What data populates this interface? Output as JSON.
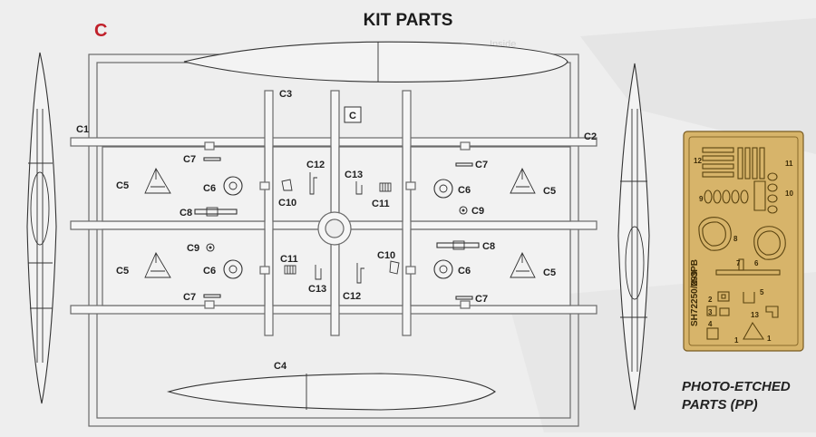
{
  "page": {
    "title": "KIT PARTS",
    "sprue_letter": "C",
    "sprue_tag": "C",
    "watermark_word": "Inside"
  },
  "sprue_labels": {
    "c1": "C1",
    "c2": "C2",
    "c3": "C3",
    "c4": "C4",
    "c5_ul": "C5",
    "c5_ur": "C5",
    "c5_ll": "C5",
    "c5_lr": "C5",
    "c6_ul": "C6",
    "c6_ur": "C6",
    "c6_ll": "C6",
    "c6_lr": "C6",
    "c7_ul": "C7",
    "c7_ur": "C7",
    "c7_ll": "C7",
    "c7_lr": "C7",
    "c8_u": "C8",
    "c8_l": "C8",
    "c9_u": "C9",
    "c9_l": "C9",
    "c10_u": "C10",
    "c10_l": "C10",
    "c11_u": "C11",
    "c11_l": "C11",
    "c12_u": "C12",
    "c12_l": "C12",
    "c13_u": "C13",
    "c13_l": "C13"
  },
  "photo_etch": {
    "code": "SH72250/299",
    "model": "N-3PB",
    "numbers": [
      "12",
      "11",
      "9",
      "10",
      "8",
      "7",
      "6",
      "5",
      "2",
      "3",
      "4",
      "13",
      "1",
      "1"
    ],
    "caption_line1": "PHOTO-ETCHED",
    "caption_line2": "PARTS (PP)"
  },
  "colors": {
    "background": "#eeeeee",
    "sprue_letter": "#c0202a",
    "photo_etch_brass": "#d7b46a"
  }
}
